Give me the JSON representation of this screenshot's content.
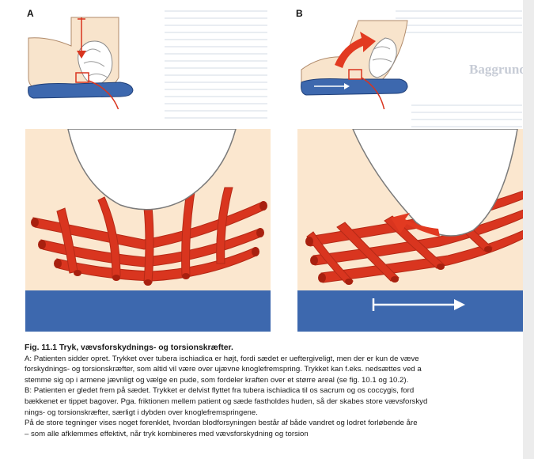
{
  "figure": {
    "panel_a_label": "A",
    "panel_b_label": "B",
    "colors": {
      "skin": "#f8e4cc",
      "vessel": "#d9351f",
      "seat": "#3d68ae",
      "arrow_red": "#e23a21",
      "bone": "#ffffff"
    }
  },
  "caption": {
    "title": "Fig. 11.1 Tryk, vævsforskydnings- og torsionskræfter.",
    "lines": [
      "A: Patienten sidder opret. Trykket over tubera ischiadica er højt, fordi sædet er ueftergiveligt, men der er kun de væve",
      "forskydnings- og torsionskræfter, som altid vil være over ujævne knoglefremspring. Trykket kan f.eks. nedsættes ved a",
      "stemme sig op i armene jævnligt og vælge en pude, som fordeler kraften over et større areal (se fig. 10.1 og 10.2).",
      "B: Patienten er gledet frem på sædet. Trykket er delvist flyttet fra tubera ischiadica til os sacrum og os coccygis, ford",
      "bækkenet er tippet bagover. Pga. friktionen mellem patient og sæde fastholdes huden, så der skabes store vævsforskyd",
      "nings- og torsionskræfter, særligt i dybden over knoglefremspringene.",
      "På de store tegninger vises noget forenklet, hvordan blodforsyningen består af både vandret og lodret forløbende åre",
      "– som alle afklemmes effektivt, når tryk kombineres med vævsforskydning og torsion"
    ]
  },
  "bleed_through": {
    "heading": "Baggrund"
  }
}
